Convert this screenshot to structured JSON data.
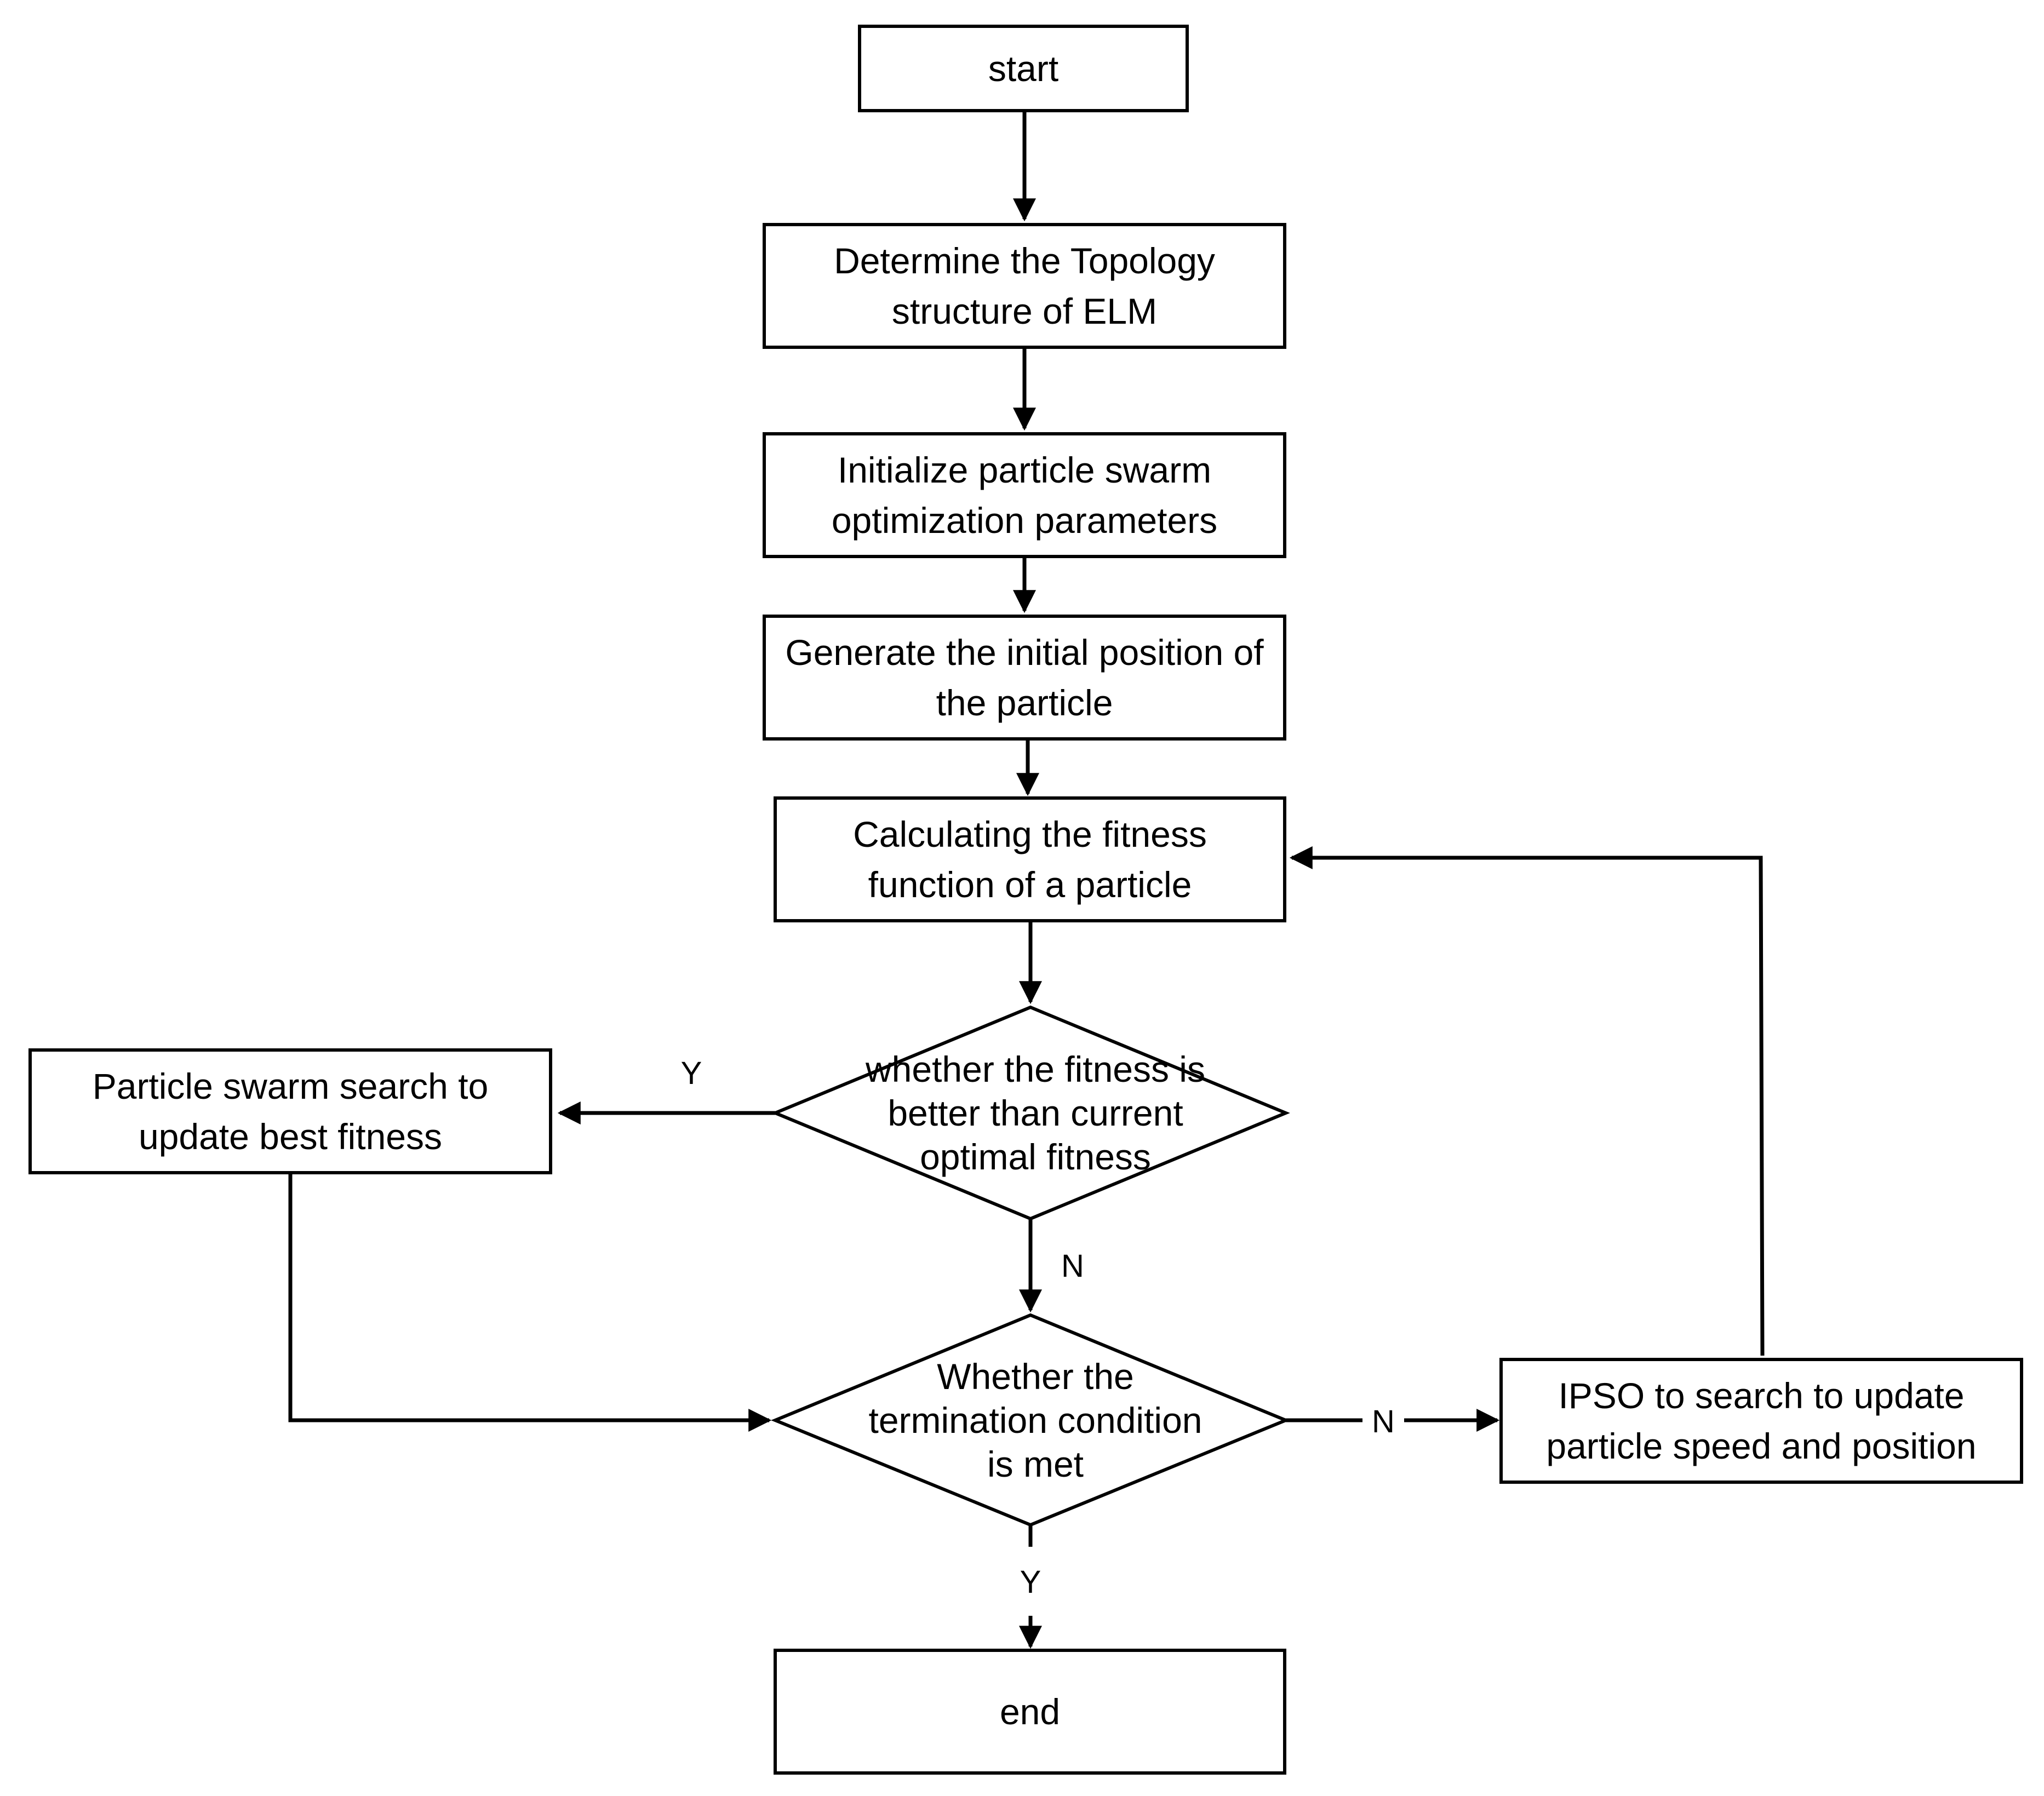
{
  "nodes": {
    "start": {
      "lines": [
        "start"
      ]
    },
    "topology": {
      "lines": [
        "Determine the Topology",
        "structure of ELM"
      ]
    },
    "init_pso": {
      "lines": [
        "Initialize particle swarm",
        "optimization parameters"
      ]
    },
    "gen_position": {
      "lines": [
        "Generate the initial position of",
        "the particle"
      ]
    },
    "calc_fitness": {
      "lines": [
        "Calculating the fitness",
        "function of a particle"
      ]
    },
    "decision_fitness": {
      "lines": [
        "whether the fitness is",
        "better than current",
        "optimal fitness"
      ]
    },
    "update_best": {
      "lines": [
        "Particle swarm search to",
        "update best fitness"
      ]
    },
    "decision_termination": {
      "lines": [
        "Whether the",
        "termination condition",
        "is met"
      ]
    },
    "ipso_update": {
      "lines": [
        "IPSO to search to update",
        "particle speed and position"
      ]
    },
    "end": {
      "lines": [
        "end"
      ]
    }
  },
  "edge_labels": {
    "fitness_yes": "Y",
    "fitness_no": "N",
    "termination_no": "N",
    "termination_yes": "Y"
  },
  "colors": {
    "stroke": "#000000",
    "background": "#ffffff"
  }
}
